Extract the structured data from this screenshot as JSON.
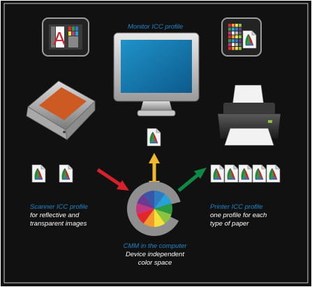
{
  "labels": {
    "monitor_profile": "Monitor ICC profile",
    "scanner_profile": "Scanner ICC profile",
    "scanner_desc_1": "for reflective and",
    "scanner_desc_2": "transparent images",
    "printer_profile": "Printer ICC profile",
    "printer_desc_1": "one profile for each",
    "printer_desc_2": "type of paper",
    "cmm": "CMM in the computer",
    "cmm_desc_1": "Device independent",
    "cmm_desc_2": "color space",
    "target_letter": "A"
  },
  "colors": {
    "background": "#111111",
    "label_blue": "#1e84c6",
    "label_white": "#ffffff",
    "arrow_red": "#d4212b",
    "arrow_yellow": "#f1b82e",
    "arrow_green": "#0e8a46",
    "wheel": [
      "#2f7bc0",
      "#28a0d8",
      "#2b9b45",
      "#8bc53f",
      "#f6e13a",
      "#f29a2e",
      "#e2262a",
      "#c2357f",
      "#6b3a91",
      "#3957a6"
    ]
  }
}
